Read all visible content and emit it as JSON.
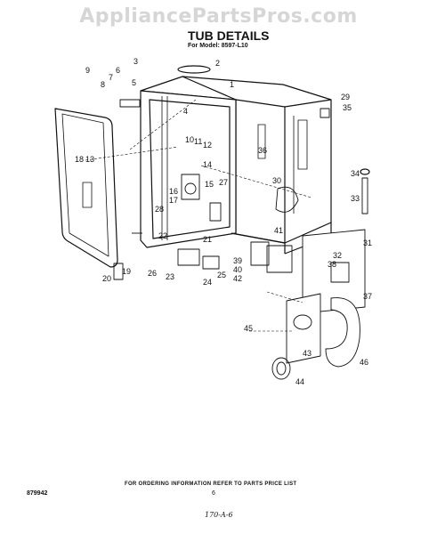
{
  "watermark": "AppliancePartsPros.com",
  "header": {
    "title": "TUB DETAILS",
    "subtitle": "For Model: 8597-L10"
  },
  "callouts": [
    "1",
    "2",
    "3",
    "4",
    "5",
    "6",
    "7",
    "8",
    "9",
    "10",
    "11",
    "12",
    "13",
    "14",
    "15",
    "16",
    "17",
    "18",
    "19",
    "20",
    "21",
    "22",
    "23",
    "24",
    "25",
    "26",
    "27",
    "28",
    "29",
    "30",
    "31",
    "32",
    "33",
    "34",
    "35",
    "36",
    "37",
    "38",
    "39",
    "40",
    "41",
    "42",
    "43",
    "44",
    "45",
    "46"
  ],
  "footer": {
    "note": "FOR ORDERING INFORMATION REFER TO PARTS PRICE LIST",
    "page": "6",
    "code": "879942",
    "handwritten": "170-A-6"
  }
}
